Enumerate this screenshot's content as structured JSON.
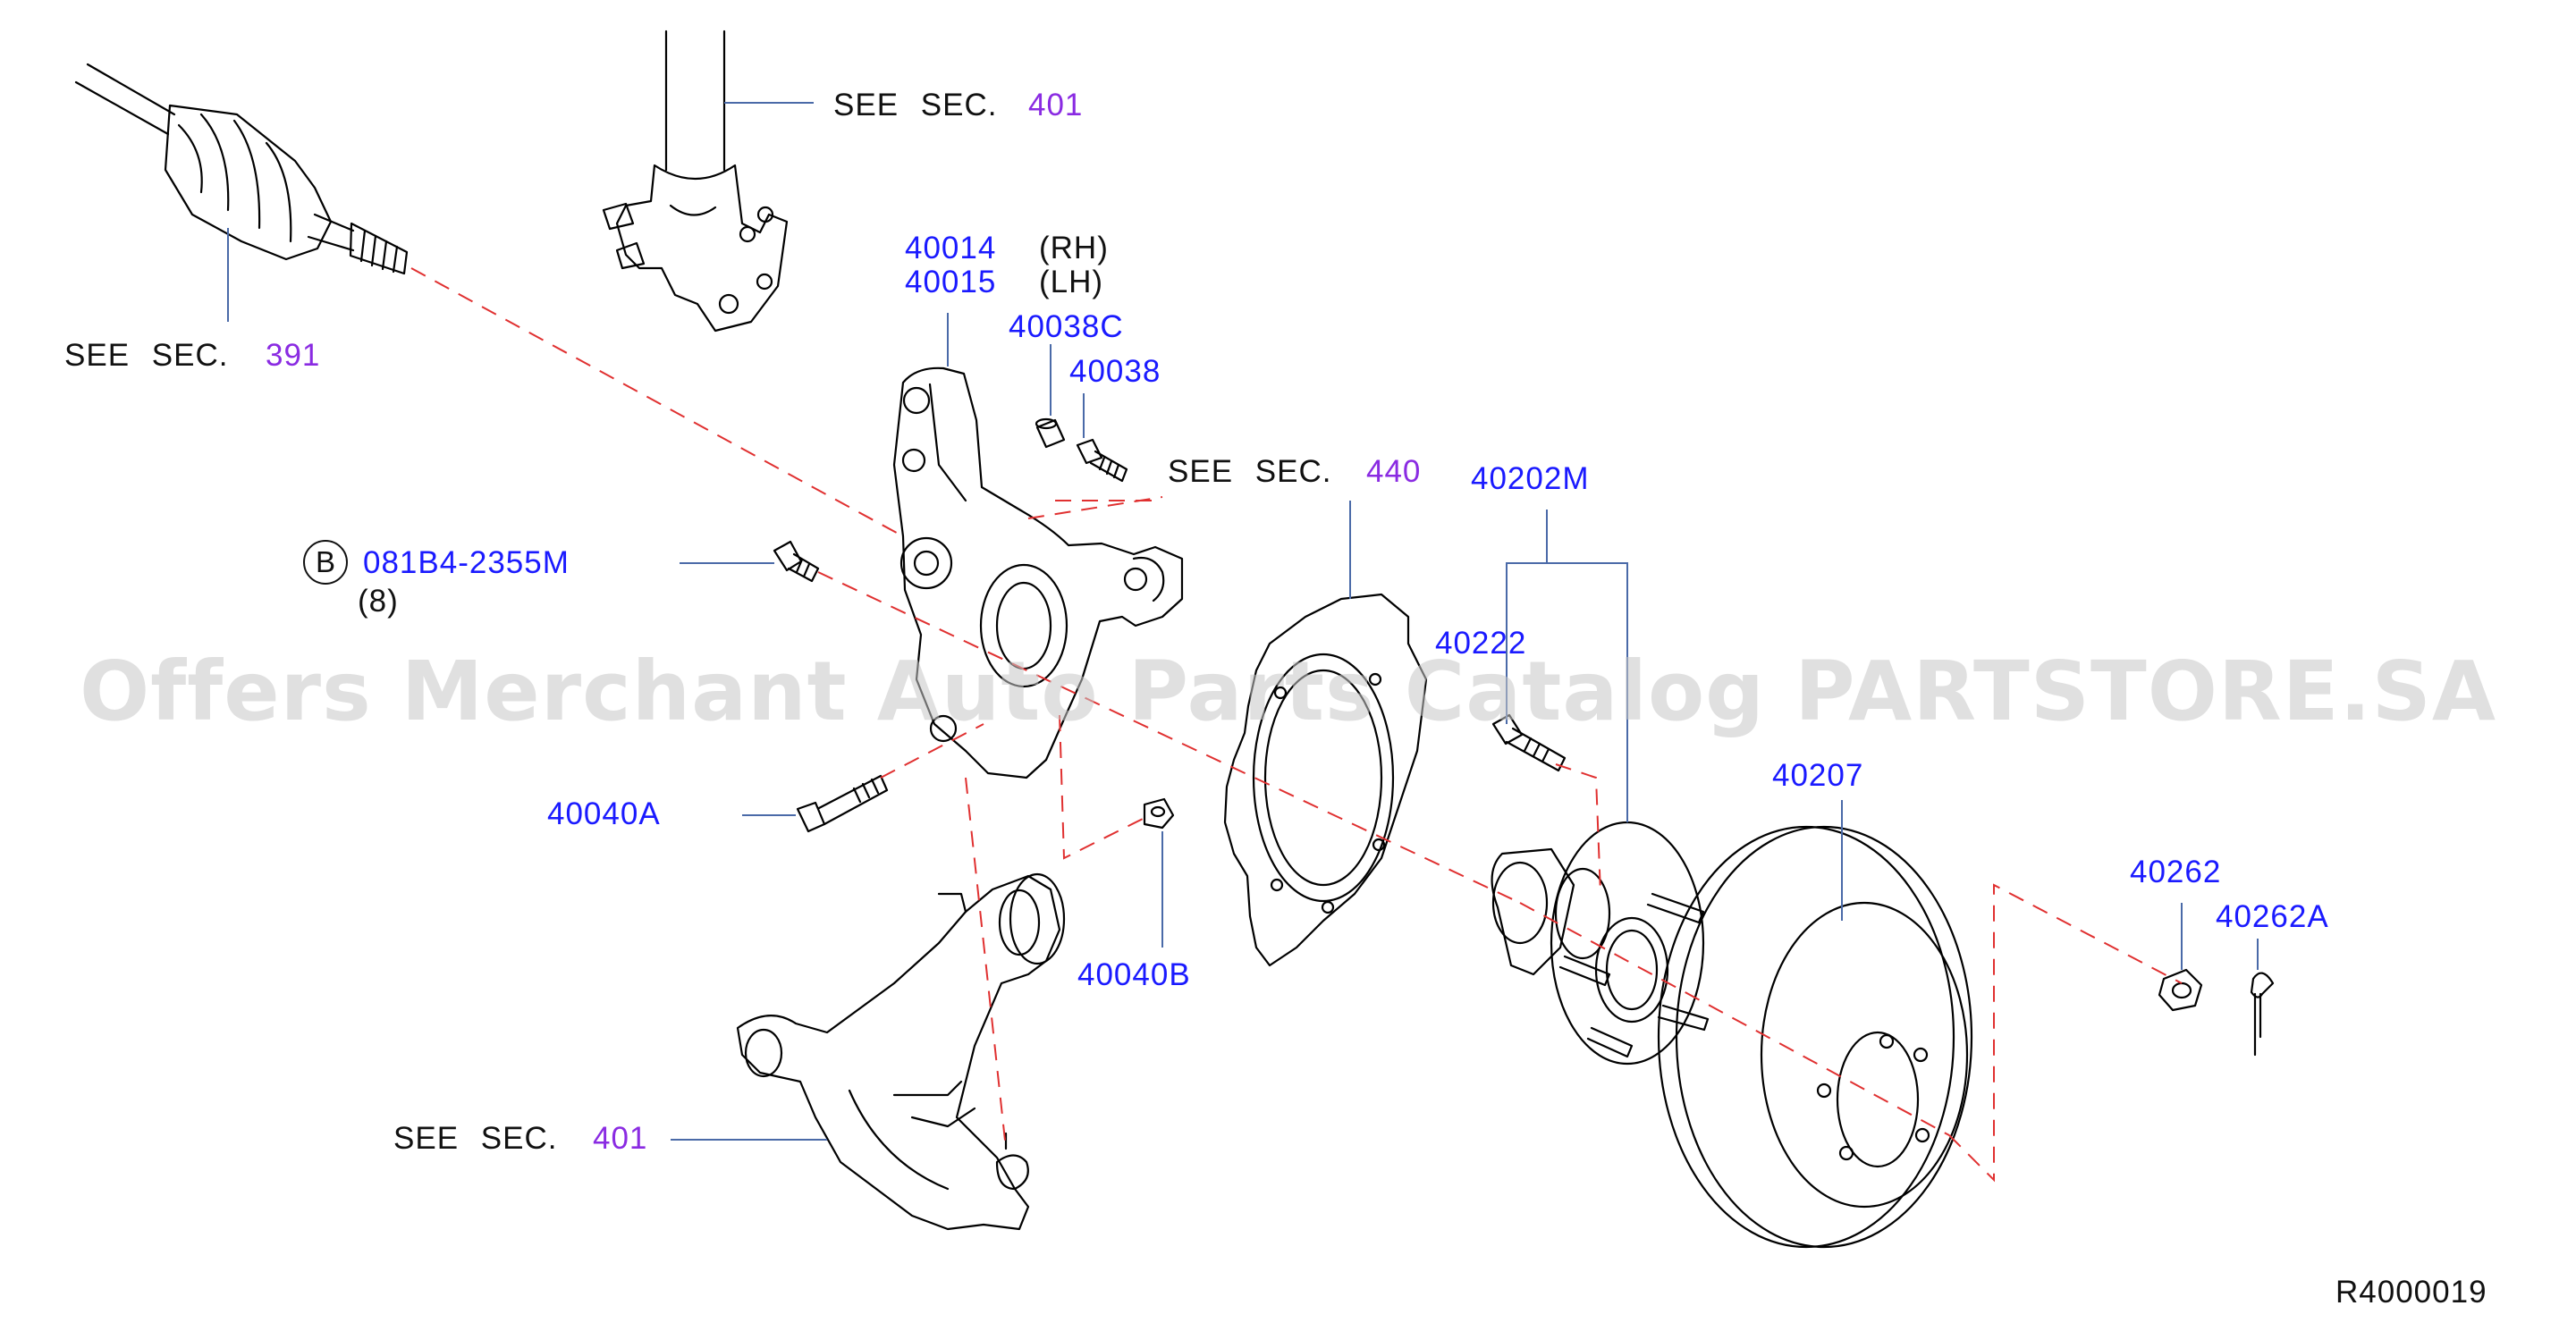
{
  "diagram": {
    "ref_code": "R4000019",
    "watermark": "Offers Merchant Auto Parts Catalog PARTSTORE.SA",
    "see_sec_text": "SEE SEC.",
    "sections": {
      "strut": "401",
      "drive_shaft": "391",
      "brake": "440",
      "lower_arm": "401"
    },
    "parts": {
      "knuckle_rh": "40014",
      "knuckle_rh_side": "(RH)",
      "knuckle_lh": "40015",
      "knuckle_lh_side": "(LH)",
      "bolt_c": "40038C",
      "bolt": "40038",
      "hub_bolt_code": "081B4-2355M",
      "hub_bolt_circle": "B",
      "hub_bolt_qty": "(8)",
      "bolt_a": "40040A",
      "nut_b": "40040B",
      "hub_assembly": "40202M",
      "hub_bolt": "40222",
      "rotor": "40207",
      "nut": "40262",
      "cotter_pin": "40262A"
    },
    "colors": {
      "part_number": "#1a1aff",
      "section_number": "#8a2be2",
      "text": "#111111",
      "dashed_line": "#e03030",
      "watermark": "#c8c8c8"
    }
  }
}
